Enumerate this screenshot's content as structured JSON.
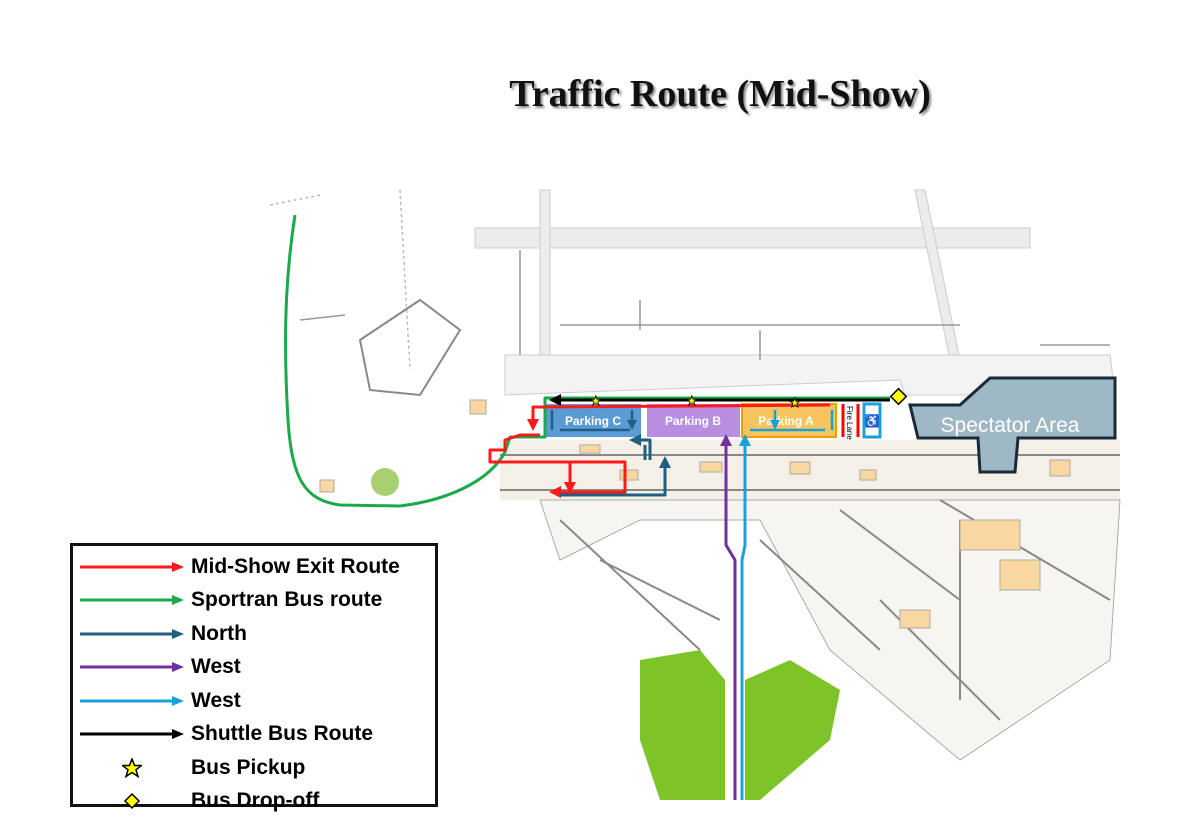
{
  "title": "Traffic Route (Mid-Show)",
  "map": {
    "parking": [
      {
        "label": "Parking C",
        "color": "#5b9bd5"
      },
      {
        "label": "Parking B",
        "color": "#b98ee0"
      },
      {
        "label": "Parking A",
        "color": "#f6c560"
      }
    ],
    "fire_lane": "Fire Lane",
    "spectator_area": "Spectator Area",
    "accessible_icon": "wheelchair-icon"
  },
  "colors": {
    "exit": "#ff1a1a",
    "sportran": "#1aaa4a",
    "north": "#1f5f80",
    "west_purple": "#7030a0",
    "west_blue": "#1ba0d8",
    "shuttle": "#000000",
    "park": "#7cc428",
    "spectator": "#9fb8c6"
  },
  "legend": [
    {
      "label": "Mid-Show Exit Route",
      "color": "#ff1a1a",
      "symbol": "arrow"
    },
    {
      "label": "Sportran Bus route",
      "color": "#1aaa4a",
      "symbol": "arrow"
    },
    {
      "label": "North",
      "color": "#1f5f80",
      "symbol": "arrow"
    },
    {
      "label": "West",
      "color": "#7030a0",
      "symbol": "arrow"
    },
    {
      "label": "West",
      "color": "#1ba0d8",
      "symbol": "arrow"
    },
    {
      "label": "Shuttle Bus Route",
      "color": "#000000",
      "symbol": "arrow"
    },
    {
      "label": "Bus Pickup",
      "color": "#ffff00",
      "symbol": "star"
    },
    {
      "label": "Bus Drop-off",
      "color": "#ffff00",
      "symbol": "diamond"
    }
  ]
}
